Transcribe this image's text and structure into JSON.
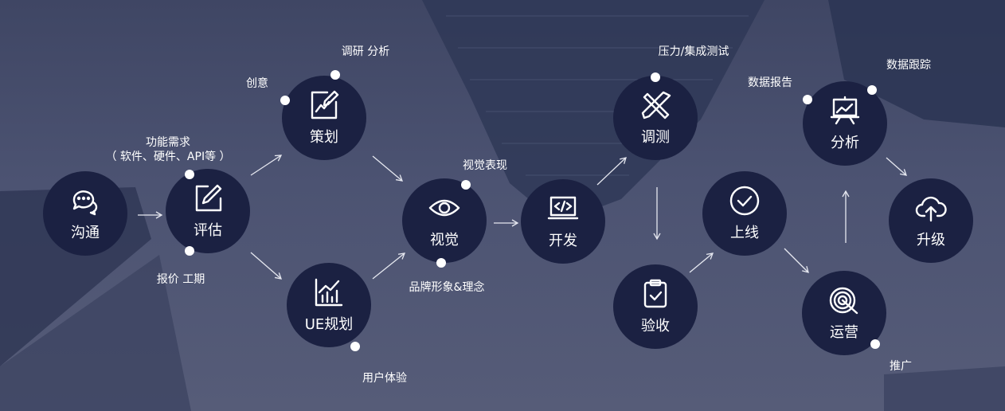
{
  "nodes": {
    "communicate": {
      "label": "沟通",
      "icon": "chat-bubbles-icon"
    },
    "evaluate": {
      "label": "评估",
      "icon": "edit-icon"
    },
    "plan": {
      "label": "策划",
      "icon": "design-pen-icon"
    },
    "ue": {
      "label": "UE规划",
      "icon": "bar-chart-icon"
    },
    "visual": {
      "label": "视觉",
      "icon": "eye-icon"
    },
    "develop": {
      "label": "开发",
      "icon": "code-monitor-icon"
    },
    "debug": {
      "label": "调测",
      "icon": "ruler-pencil-icon"
    },
    "accept": {
      "label": "验收",
      "icon": "clipboard-check-icon"
    },
    "launch": {
      "label": "上线",
      "icon": "check-circle-icon"
    },
    "operate": {
      "label": "运营",
      "icon": "target-icon"
    },
    "analyze": {
      "label": "分析",
      "icon": "presentation-board-icon"
    },
    "upgrade": {
      "label": "升级",
      "icon": "cloud-upload-icon"
    }
  },
  "notes": {
    "requirements_1": "功能需求",
    "requirements_2": "（ 软件、硬件、API等 ）",
    "quote": "报价 工期",
    "creative": "创意",
    "research": "调研 分析",
    "ux": "用户体验",
    "visual_expression": "视觉表现",
    "brand": "品牌形象&理念",
    "testing": "压力/集成测试",
    "data_report": "数据报告",
    "data_tracking": "数据跟踪",
    "promotion": "推广"
  },
  "colors": {
    "node": "#1b2142",
    "background": "#4c5372"
  }
}
